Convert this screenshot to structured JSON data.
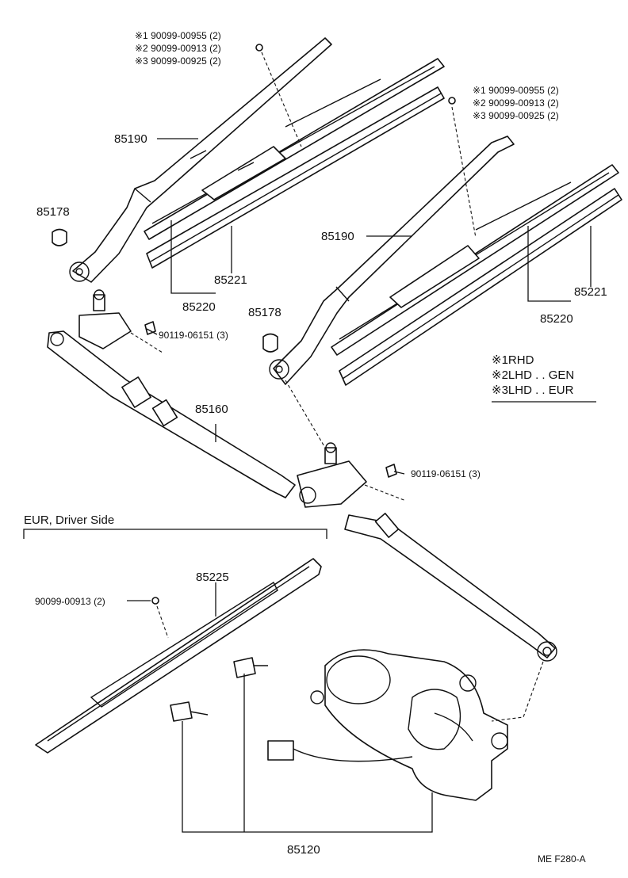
{
  "diagram": {
    "part_labels": {
      "arm_rhs": "85190",
      "arm_lhs": "85190",
      "cap_lhs": "85178",
      "cap_rhs": "85178",
      "blade_rhs": "85220",
      "blade_lhs": "85220",
      "rubber_rhs": "85221",
      "rubber_lhs": "85221",
      "link": "85160",
      "eur_blade": "85225",
      "motor": "85120"
    },
    "screws_top_left": [
      "※1 90099-00955 (2)",
      "※2 90099-00913 (2)",
      "※3 90099-00925 (2)"
    ],
    "screws_top_right": [
      "※1 90099-00955 (2)",
      "※2 90099-00913 (2)",
      "※3 90099-00925 (2)"
    ],
    "bolt_left": "90119-06151 (3)",
    "bolt_right": "90119-06151 (3)",
    "eur_screw": "90099-00913 (2)",
    "eur_section": "EUR, Driver Side",
    "legend": [
      "※1RHD",
      "※2LHD . . GEN",
      "※3LHD . . EUR"
    ],
    "figure_code": "ME  F280-A"
  }
}
